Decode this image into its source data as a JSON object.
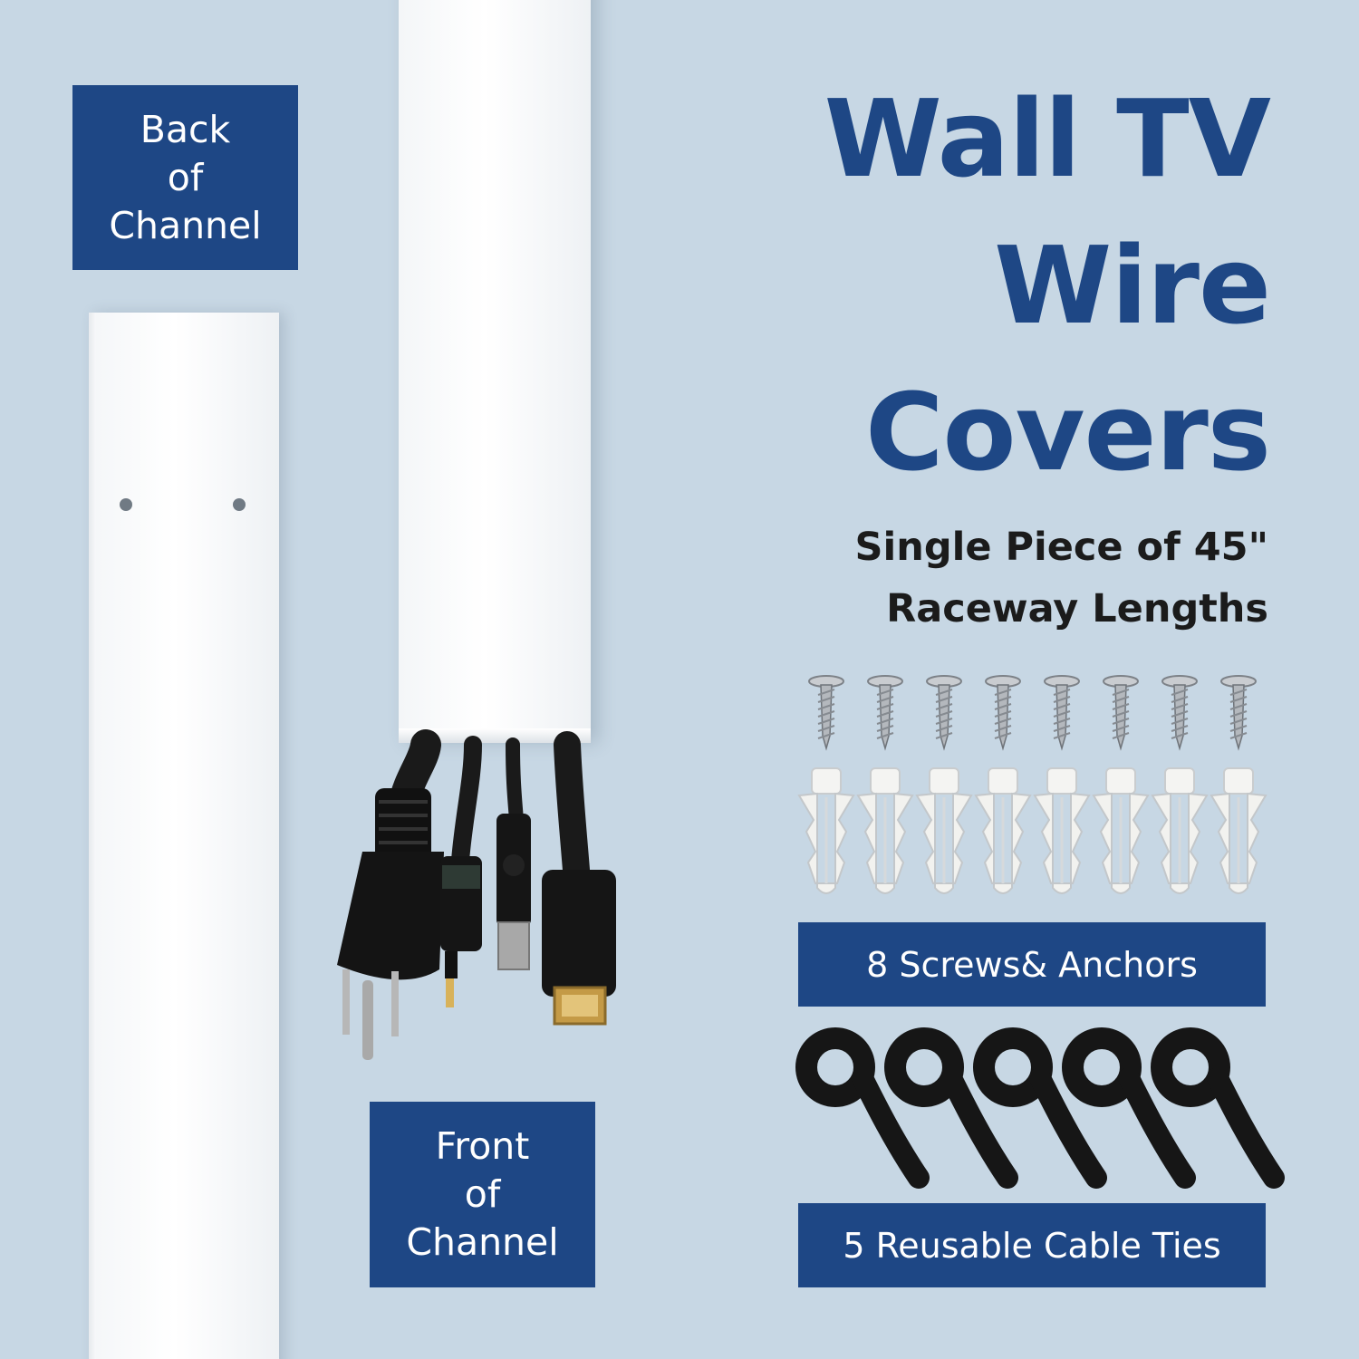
{
  "labels": {
    "back": [
      "Back",
      "of",
      "Channel"
    ],
    "front": [
      "Front",
      "of",
      "Channel"
    ]
  },
  "headline": {
    "title_lines": [
      "Wall TV",
      "Wire",
      "Covers"
    ],
    "subtitle_lines": [
      "Single Piece of 45\"",
      "Raceway Lengths"
    ]
  },
  "accessories": {
    "screws_label": "8 Screws& Anchors",
    "ties_label": "5 Reusable Cable Ties",
    "screw_count": 8,
    "anchor_count": 8,
    "tie_count": 5
  },
  "colors": {
    "background": "#c7d7e4",
    "brand_blue": "#1e4785",
    "channel_white": "#ffffff",
    "cable_black": "#1a1a1a"
  },
  "icons": [
    "screw-icon",
    "wall-anchor-icon",
    "cable-tie-icon",
    "power-plug-icon",
    "audio-jack-icon",
    "usb-plug-icon",
    "hdmi-plug-icon"
  ]
}
